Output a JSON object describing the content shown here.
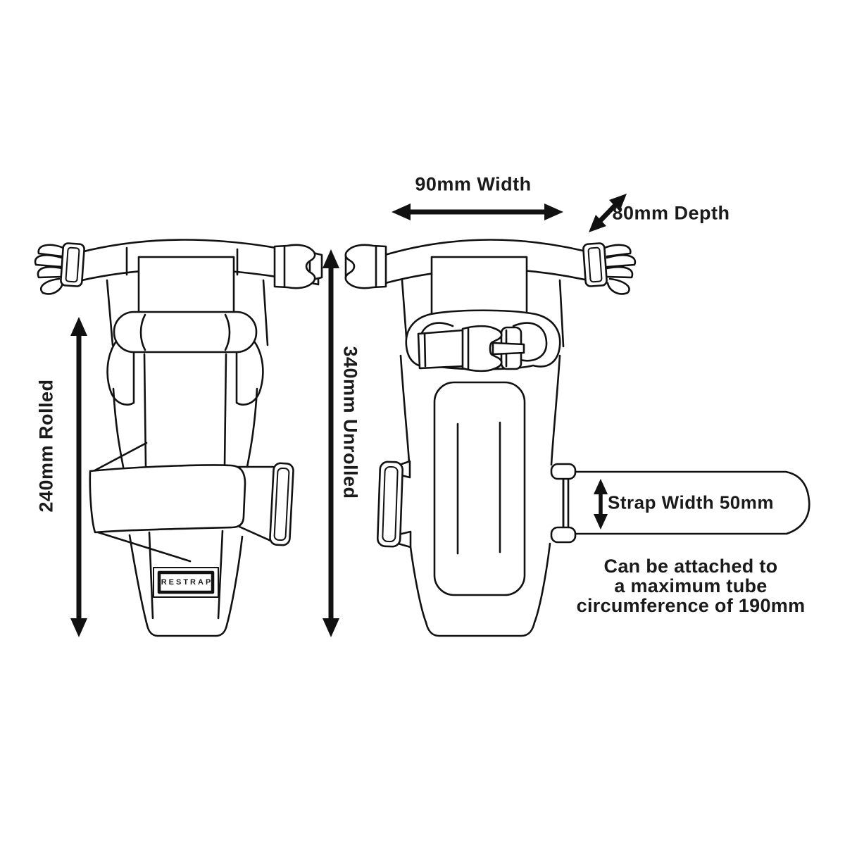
{
  "colors": {
    "line": "#111111",
    "text": "#1a1a1a",
    "background": "#ffffff"
  },
  "labels": {
    "width": "90mm Width",
    "depth": "80mm Depth",
    "rolled": "240mm Rolled",
    "unrolled": "340mm Unrolled",
    "strap_width": "Strap Width 50mm",
    "brand": "RESTRAP"
  },
  "note": {
    "line1": "Can be attached to",
    "line2": "a maximum tube",
    "line3": "circumference of 190mm"
  }
}
